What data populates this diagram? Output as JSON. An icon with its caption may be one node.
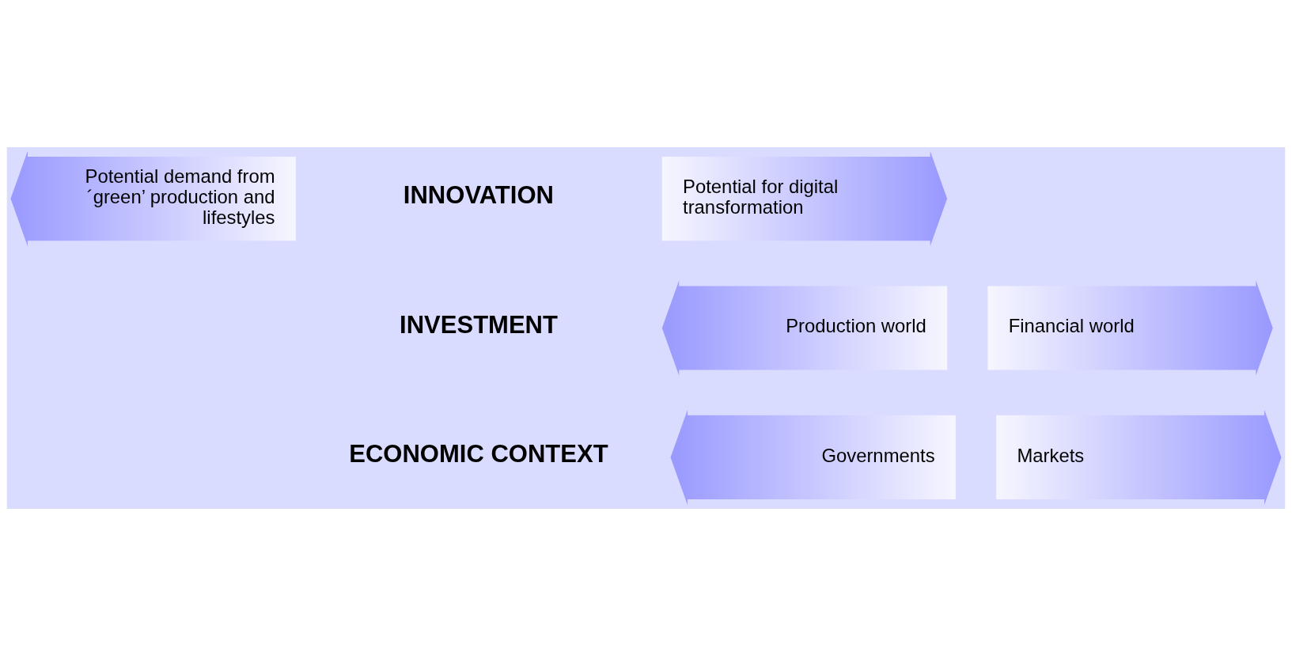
{
  "diagram": {
    "nodes": [
      {
        "text": [
          "Potential demand from ´green’ production and lifestyles"
        ]
      },
      {
        "text": [
          "Potential for digital transformation"
        ]
      },
      {
        "text": [
          "Production world"
        ]
      },
      {
        "text": [
          "Financial world"
        ]
      },
      {
        "text": [
          "Governments"
        ]
      },
      {
        "text": [
          "Markets"
        ]
      }
    ],
    "labels": [
      "INNOVATION",
      "INVESTMENT",
      "ECONOMIC CONTEXT"
    ]
  }
}
